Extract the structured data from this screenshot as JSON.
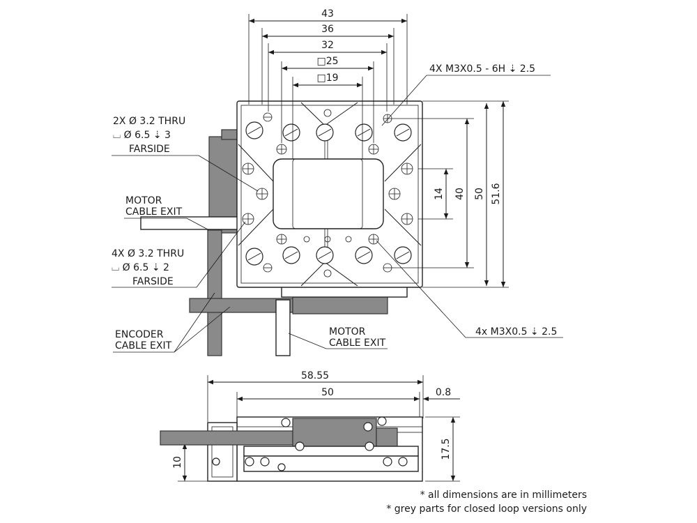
{
  "top_view": {
    "dims_horizontal": [
      "43",
      "36",
      "32",
      "□25",
      "□19"
    ],
    "dims_vertical": [
      "14",
      "40",
      "50",
      "51.6"
    ],
    "callout_thread_top": "4X M3X0.5 - 6H ⇣ 2.5",
    "callout_thread_bottom": "4x M3X0.5 ⇣ 2.5",
    "callout_thru_2x": [
      "2X  Ø 3.2 THRU",
      "⌴  Ø 6.5 ⇣ 3",
      "FARSIDE"
    ],
    "callout_thru_4x": [
      "4X  Ø 3.2 THRU",
      "⌴  Ø 6.5 ⇣ 2",
      "FARSIDE"
    ],
    "motor_cable_exit_left": [
      "MOTOR",
      "CABLE EXIT"
    ],
    "motor_cable_exit_bottom": [
      "MOTOR",
      "CABLE EXIT"
    ],
    "encoder_cable_exit": [
      "ENCODER",
      "CABLE EXIT"
    ]
  },
  "side_view": {
    "dims_horizontal": [
      "58.55",
      "50",
      "0.8"
    ],
    "dims_vertical": [
      "10",
      "17.5"
    ]
  },
  "footnotes": [
    "* all dimensions are in millimeters",
    "* grey parts for closed loop versions only"
  ]
}
